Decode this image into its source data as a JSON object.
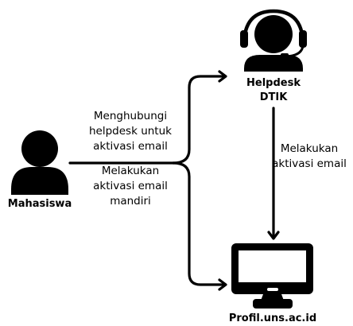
{
  "nodes": {
    "student": {
      "label": "Mahasiswa",
      "icon": "person-icon"
    },
    "helpdesk": {
      "label_line1": "Helpdesk",
      "label_line2": "DTIK",
      "icon": "headset-agent-icon"
    },
    "portal": {
      "label": "Profil.uns.ac.id",
      "icon": "computer-monitor-icon"
    }
  },
  "edges": {
    "contact_helpdesk": {
      "line1": "Menghubungi",
      "line2": "helpdesk untuk",
      "line3": "aktivasi email"
    },
    "self_activation": {
      "line1": "Melakukan",
      "line2": "aktivasi email",
      "line3": "mandiri"
    },
    "helpdesk_activation": {
      "line1": "Melakukan",
      "line2": "aktivasi email"
    }
  },
  "colors": {
    "ink": "#000000",
    "background": "#ffffff"
  }
}
